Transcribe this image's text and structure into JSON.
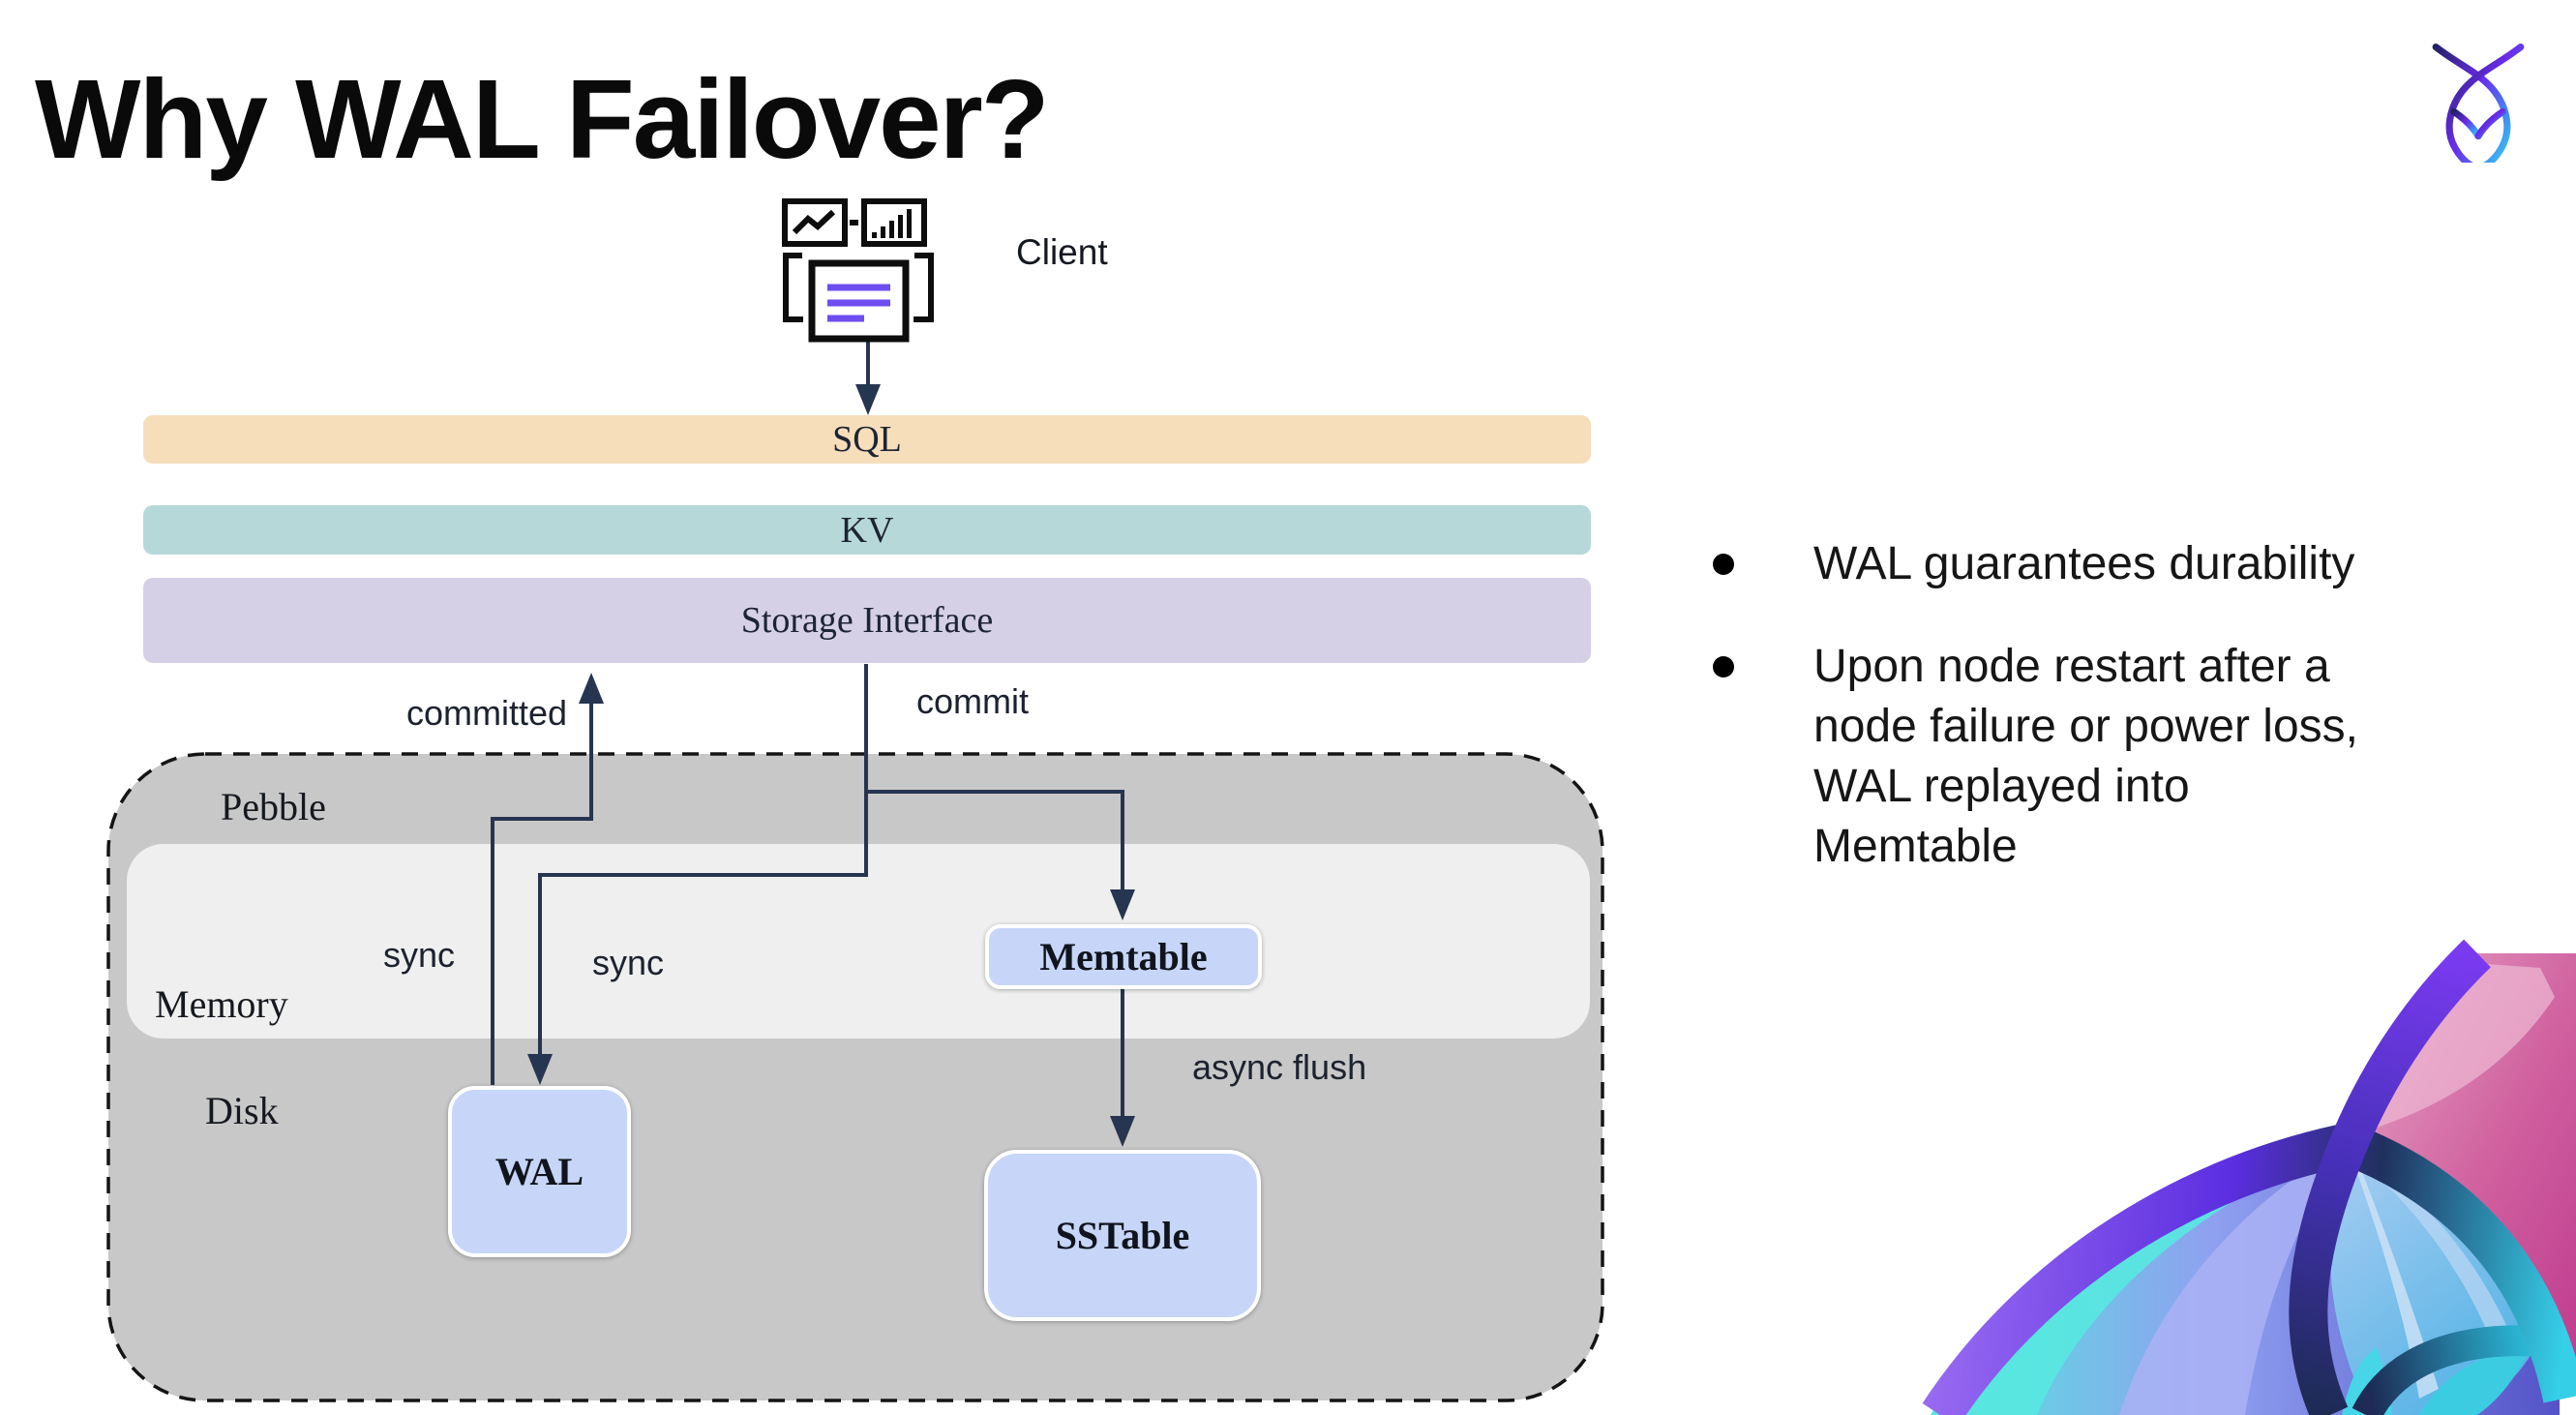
{
  "slide": {
    "title": "Why WAL Failover?",
    "bullets": [
      "WAL guarantees durability",
      "Upon node restart after a node failure or power loss, WAL replayed into Memtable"
    ]
  },
  "diagram": {
    "client": {
      "label": "Client",
      "icons": [
        "line-chart-icon",
        "bar-chart-icon",
        "document-icon"
      ]
    },
    "layers": [
      {
        "id": "sql",
        "label": "SQL",
        "color": "#f6debb"
      },
      {
        "id": "kv",
        "label": "KV",
        "color": "#b7d8d9"
      },
      {
        "id": "storage",
        "label": "Storage Interface",
        "color": "#d6d0e6"
      }
    ],
    "pebble": {
      "label": "Pebble",
      "memory_label": "Memory",
      "disk_label": "Disk",
      "fill": "#c8c8c8",
      "memory_fill": "#efefef"
    },
    "nodes": [
      {
        "id": "wal",
        "label": "WAL"
      },
      {
        "id": "memtable",
        "label": "Memtable"
      },
      {
        "id": "sstable",
        "label": "SSTable"
      }
    ],
    "node_fill": "#c7d5f8",
    "edges": {
      "committed": "committed",
      "commit": "commit",
      "sync_left": "sync",
      "sync_right": "sync",
      "async_flush": "async flush"
    },
    "line_color": "#263550",
    "doc_line_color": "#6d4df0"
  },
  "branding": {
    "logo_icon": "cockroachdb-logo",
    "corner_art": "cockroachdb-corner-art",
    "gradient_colors": [
      "#232069",
      "#6a2cea",
      "#38b8f2",
      "#bf3a8e",
      "#52e2da"
    ]
  }
}
